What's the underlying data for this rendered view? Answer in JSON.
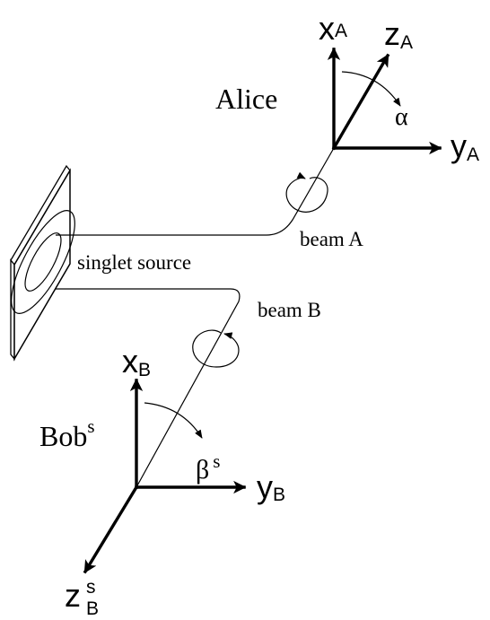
{
  "diagram": {
    "source_label": "singlet source",
    "beam_a_label": "beam A",
    "beam_b_label": "beam B",
    "alice": {
      "name": "Alice",
      "axis_x": {
        "main": "x",
        "sub": "A"
      },
      "axis_y": {
        "main": "y",
        "sub": "A"
      },
      "axis_z": {
        "main": "z",
        "sub": "A"
      },
      "angle": "α"
    },
    "bob": {
      "name": "Bob",
      "name_sup": "s",
      "axis_x": {
        "main": "x",
        "sub": "B"
      },
      "axis_y": {
        "main": "y",
        "sub": "B"
      },
      "axis_z": {
        "main": "z",
        "sub": "B",
        "sup": "s"
      },
      "angle": "β",
      "angle_sup": "s"
    },
    "colors": {
      "ink": "#000000",
      "background": "#ffffff"
    }
  }
}
